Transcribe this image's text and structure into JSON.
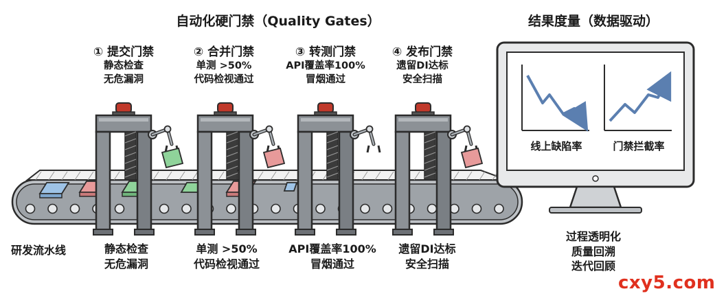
{
  "title_left": "自动化硬门禁（Quality Gates）",
  "title_right": "结果度量（数据驱动）",
  "gates": [
    {
      "title": "① 提交门禁",
      "sub": [
        "静态检查",
        "无危漏洞"
      ],
      "bottom": [
        "静态检查",
        "无危漏洞"
      ]
    },
    {
      "title": "② 合并门禁",
      "sub": [
        "单测 >50%",
        "代码检视通过"
      ],
      "bottom": [
        "单测 >50%",
        "代码检视通过"
      ]
    },
    {
      "title": "③ 转测门禁",
      "sub": [
        "API覆盖率100%",
        "冒烟通过"
      ],
      "bottom": [
        "API覆盖率100%",
        "冒烟通过"
      ]
    },
    {
      "title": "④ 发布门禁",
      "sub": [
        "遗留DI达标",
        "安全扫描"
      ],
      "bottom": [
        "遗留DI达标",
        "安全扫描"
      ]
    }
  ],
  "pipeline_label": "研发流水线",
  "monitor": {
    "chart_left_label": "线上缺陷率",
    "chart_right_label": "门禁拦截率",
    "chart_left_trend": "down",
    "chart_right_trend": "up"
  },
  "benefits": [
    "过程透明化",
    "质量回溯",
    "迭代回顾"
  ],
  "watermark": "cxy5.com",
  "colors": {
    "gate_body": "#8c9196",
    "beacon": "#c0392b",
    "arrow": "#5b7fb0",
    "package_green": "#8fd39a",
    "package_red": "#e79a9a",
    "package_blue": "#9ec3e6",
    "watermark": "#e0301e"
  }
}
